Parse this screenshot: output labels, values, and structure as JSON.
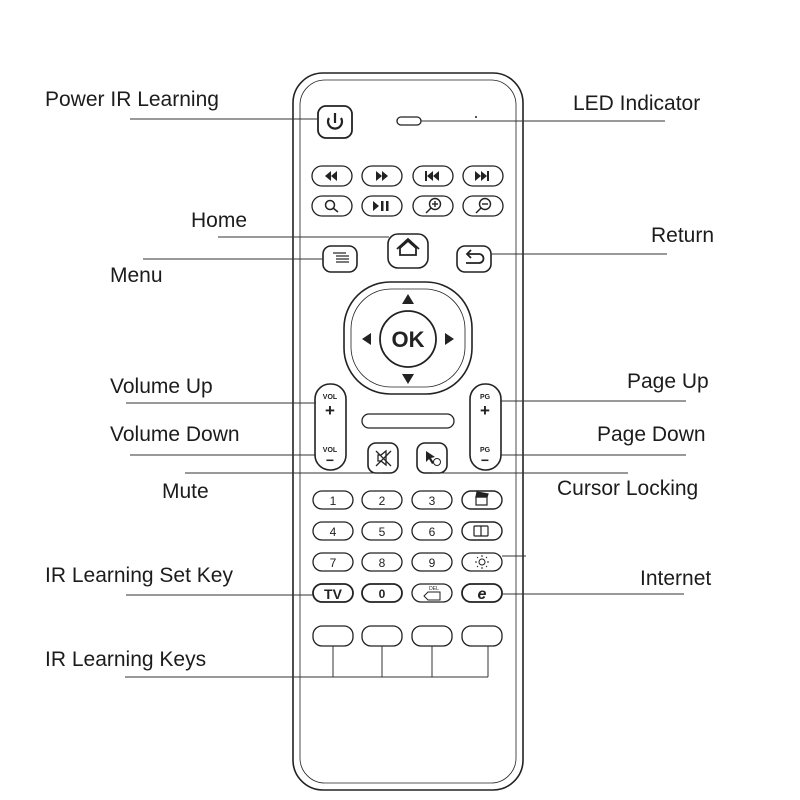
{
  "callouts": {
    "power_ir_learning": "Power IR Learning",
    "led_indicator": "LED Indicator",
    "home": "Home",
    "return": "Return",
    "menu": "Menu",
    "volume_up": "Volume Up",
    "page_up": "Page Up",
    "volume_down": "Volume Down",
    "page_down": "Page Down",
    "mute": "Mute",
    "cursor_locking": "Cursor Locking",
    "ir_learning_set_key": "IR Learning Set Key",
    "internet": "Internet",
    "ir_learning_keys": "IR Learning Keys"
  },
  "remote": {
    "ok_label": "OK",
    "vol_label": "VOL",
    "pg_label": "PG",
    "plus": "+",
    "minus": "−",
    "digits": [
      "1",
      "2",
      "3",
      "4",
      "5",
      "6",
      "7",
      "8",
      "9",
      "0"
    ],
    "tv_label": "TV",
    "del_label": "DEL",
    "internet_glyph": "e"
  },
  "icons": {
    "media_row_1": [
      "rewind-icon",
      "fast-forward-icon",
      "previous-track-icon",
      "next-track-icon"
    ],
    "media_row_2": [
      "search-icon",
      "play-pause-icon",
      "zoom-in-icon",
      "zoom-out-icon"
    ],
    "side_keys": [
      "clapperboard-icon",
      "window-icon",
      "brightness-icon",
      "internet-icon"
    ]
  }
}
